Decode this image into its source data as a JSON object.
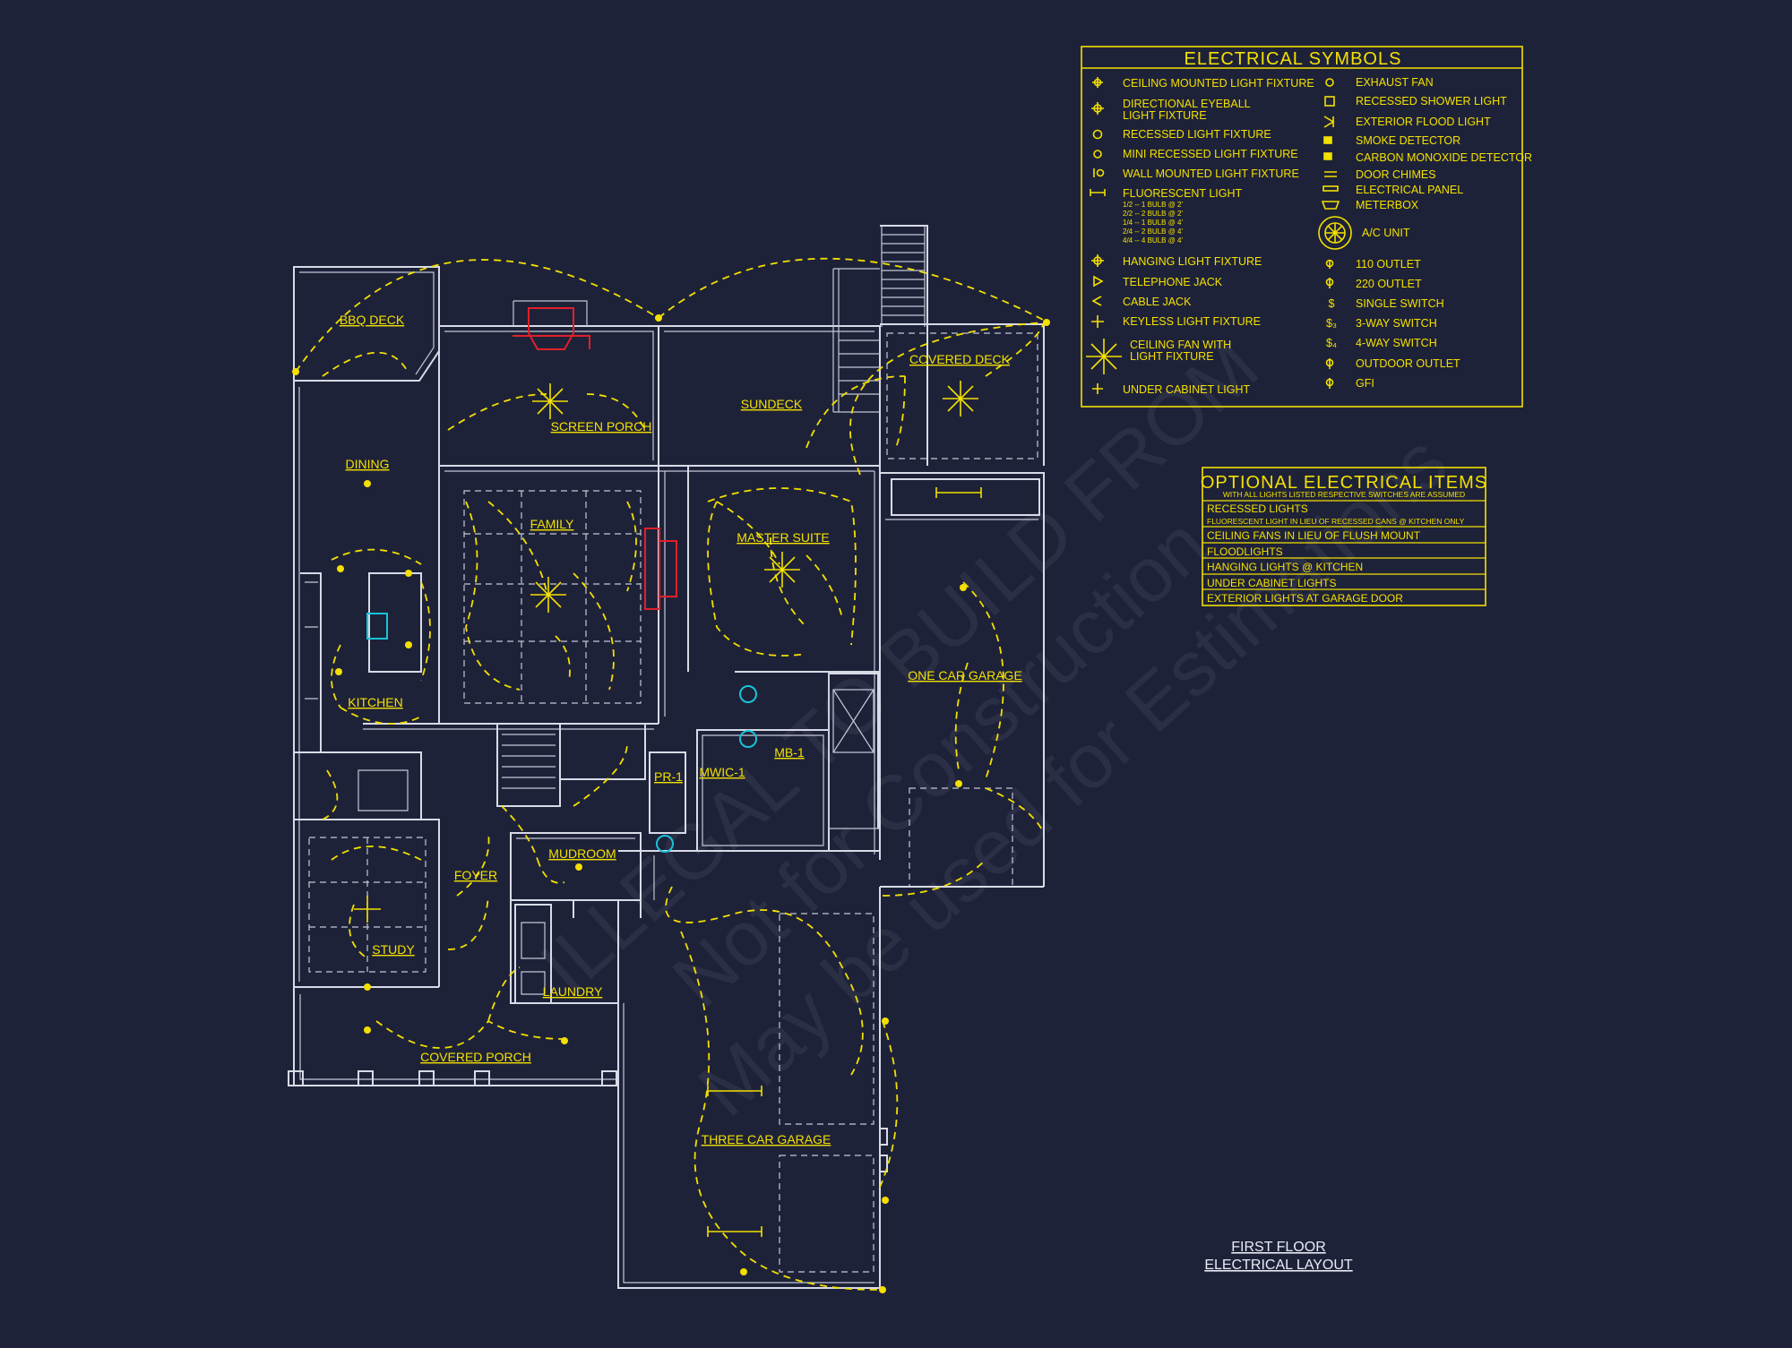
{
  "plan_title": {
    "line1": "FIRST FLOOR",
    "line2": "ELECTRICAL LAYOUT"
  },
  "rooms": {
    "bbq_deck": "BBQ DECK",
    "dining": "DINING",
    "screen_porch": "SCREEN PORCH",
    "sundeck": "SUNDECK",
    "covered_deck": "COVERED DECK",
    "family": "FAMILY",
    "master_suite": "MASTER SUITE",
    "kitchen": "KITCHEN",
    "one_car_garage": "ONE CAR GARAGE",
    "mb1": "MB-1",
    "mwic1": "MWIC-1",
    "pr1": "PR-1",
    "mudroom": "MUDROOM",
    "foyer": "FOYER",
    "study": "STUDY",
    "laundry": "LAUNDRY",
    "covered_porch": "COVERED PORCH",
    "three_car_garage": "THREE CAR GARAGE"
  },
  "electrical_symbols": {
    "title": "ELECTRICAL SYMBOLS",
    "left": [
      {
        "label": "CEILING MOUNTED LIGHT FIXTURE",
        "icon": "ceiling-light-icon"
      },
      {
        "label": "DIRECTIONAL EYEBALL",
        "label2": "LIGHT FIXTURE",
        "icon": "eyeball-light-icon"
      },
      {
        "label": "RECESSED LIGHT FIXTURE",
        "icon": "recessed-light-icon"
      },
      {
        "label": "MINI RECESSED LIGHT FIXTURE",
        "icon": "mini-recessed-icon"
      },
      {
        "label": "WALL MOUNTED LIGHT FIXTURE",
        "icon": "wall-light-icon"
      },
      {
        "label": "FLUORESCENT LIGHT",
        "icon": "fluorescent-icon",
        "notes": [
          "1/2 -- 1 BULB @ 2'",
          "2/2 -- 2 BULB @ 2'",
          "1/4 -- 1 BULB @ 4'",
          "2/4 -- 2 BULB @ 4'",
          "4/4 -- 4 BULB @ 4'"
        ]
      },
      {
        "label": "HANGING LIGHT FIXTURE",
        "icon": "hanging-light-icon"
      },
      {
        "label": "TELEPHONE JACK",
        "icon": "telephone-jack-icon"
      },
      {
        "label": "CABLE JACK",
        "icon": "cable-jack-icon"
      },
      {
        "label": "KEYLESS LIGHT FIXTURE",
        "icon": "keyless-light-icon"
      },
      {
        "label": "CEILING FAN WITH",
        "label2": "LIGHT FIXTURE",
        "icon": "ceiling-fan-icon"
      },
      {
        "label": "UNDER CABINET LIGHT",
        "icon": "under-cabinet-icon"
      }
    ],
    "right": [
      {
        "label": "EXHAUST FAN",
        "icon": "exhaust-fan-icon"
      },
      {
        "label": "RECESSED SHOWER LIGHT",
        "icon": "shower-light-icon"
      },
      {
        "label": "EXTERIOR FLOOD LIGHT",
        "icon": "flood-light-icon"
      },
      {
        "label": "SMOKE DETECTOR",
        "icon": "smoke-detector-icon"
      },
      {
        "label": "CARBON MONOXIDE DETECTOR",
        "icon": "co-detector-icon"
      },
      {
        "label": "DOOR CHIMES",
        "icon": "door-chimes-icon"
      },
      {
        "label": "ELECTRICAL PANEL",
        "icon": "electrical-panel-icon"
      },
      {
        "label": "METERBOX",
        "icon": "meterbox-icon"
      },
      {
        "label": "A/C UNIT",
        "icon": "ac-unit-icon"
      },
      {
        "label": "110 OUTLET",
        "icon": "outlet-110-icon"
      },
      {
        "label": "220 OUTLET",
        "icon": "outlet-220-icon"
      },
      {
        "label": "SINGLE SWITCH",
        "icon": "single-switch-icon"
      },
      {
        "label": "3-WAY SWITCH",
        "icon": "three-way-switch-icon"
      },
      {
        "label": "4-WAY SWITCH",
        "icon": "four-way-switch-icon"
      },
      {
        "label": "OUTDOOR OUTLET",
        "icon": "outdoor-outlet-icon"
      },
      {
        "label": "GFI",
        "icon": "gfi-icon"
      }
    ]
  },
  "optional_items": {
    "title": "OPTIONAL ELECTRICAL ITEMS",
    "subtitle": "WITH ALL LIGHTS LISTED RESPECTIVE SWITCHES ARE ASSUMED",
    "rows": [
      "RECESSED LIGHTS",
      "FLUORESCENT LIGHT IN LIEU OF RECESSED CANS @ KITCHEN ONLY",
      "CEILING FANS IN LIEU OF FLUSH MOUNT",
      "FLOODLIGHTS",
      "HANGING LIGHTS @ KITCHEN",
      "UNDER CABINET LIGHTS",
      "EXTERIOR LIGHTS AT GARAGE DOOR"
    ]
  },
  "watermark": {
    "line1": "ILLEGAL TO BUILD FROM",
    "line2": "Not for Construction",
    "line3": "May be used for Estimations"
  },
  "colors": {
    "background": "#1e2239",
    "symbols": "#f3e000",
    "walls": "#d8dbe6",
    "fireplace": "#e0202a",
    "fixtures": "#19c3d8"
  }
}
